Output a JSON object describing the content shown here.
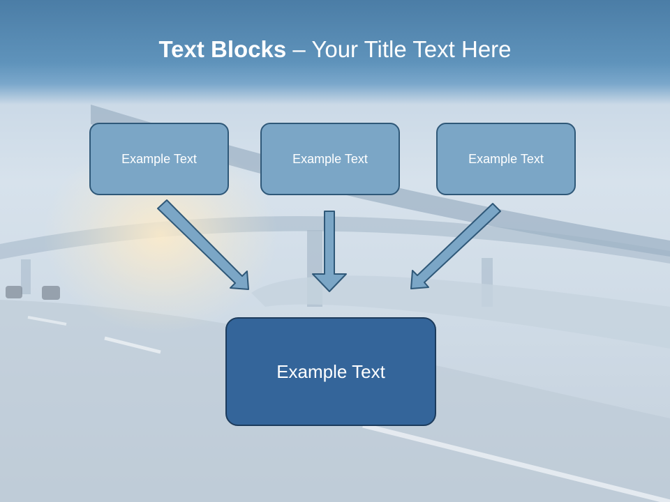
{
  "slide": {
    "title_bold": "Text Blocks",
    "title_rest": " – Your Title Text Here"
  },
  "diagram": {
    "top_boxes": [
      {
        "label": "Example Text"
      },
      {
        "label": "Example Text"
      },
      {
        "label": "Example Text"
      }
    ],
    "bottom_box": {
      "label": "Example Text"
    }
  },
  "colors": {
    "header": "#5f93bb",
    "small_box_fill": "#7ba6c6",
    "big_box_fill": "#34659a",
    "arrow_fill": "#7ba6c6",
    "arrow_stroke": "#2f5878"
  }
}
